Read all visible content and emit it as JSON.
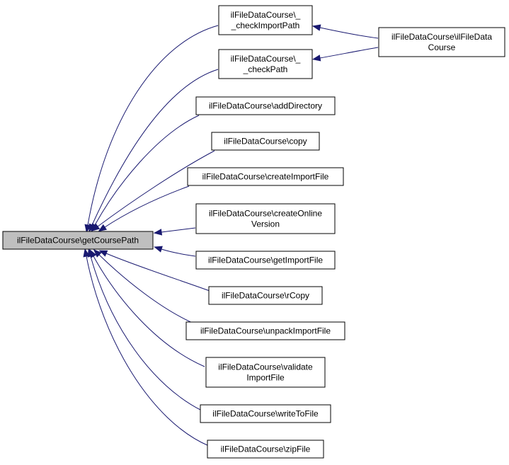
{
  "diagram": {
    "root": {
      "id": "root",
      "lines": [
        "ilFileDataCourse\\getCoursePath"
      ]
    },
    "callers": [
      {
        "id": "checkImportPath",
        "lines": [
          "ilFileDataCourse\\_",
          "_checkImportPath"
        ]
      },
      {
        "id": "checkPath",
        "lines": [
          "ilFileDataCourse\\_",
          "_checkPath"
        ]
      },
      {
        "id": "addDirectory",
        "lines": [
          "ilFileDataCourse\\addDirectory"
        ]
      },
      {
        "id": "copy",
        "lines": [
          "ilFileDataCourse\\copy"
        ]
      },
      {
        "id": "createImportFile",
        "lines": [
          "ilFileDataCourse\\createImportFile"
        ]
      },
      {
        "id": "createOnlineVersion",
        "lines": [
          "ilFileDataCourse\\createOnline",
          "Version"
        ]
      },
      {
        "id": "getImportFile",
        "lines": [
          "ilFileDataCourse\\getImportFile"
        ]
      },
      {
        "id": "rCopy",
        "lines": [
          "ilFileDataCourse\\rCopy"
        ]
      },
      {
        "id": "unpackImportFile",
        "lines": [
          "ilFileDataCourse\\unpackImportFile"
        ]
      },
      {
        "id": "validateImportFile",
        "lines": [
          "ilFileDataCourse\\validate",
          "ImportFile"
        ]
      },
      {
        "id": "writeToFile",
        "lines": [
          "ilFileDataCourse\\writeToFile"
        ]
      },
      {
        "id": "zipFile",
        "lines": [
          "ilFileDataCourse\\zipFile"
        ]
      }
    ],
    "second_level": [
      {
        "id": "constructor",
        "lines": [
          "ilFileDataCourse\\ilFileData",
          "Course"
        ]
      }
    ],
    "edges": [
      [
        "checkImportPath",
        "root"
      ],
      [
        "checkPath",
        "root"
      ],
      [
        "addDirectory",
        "root"
      ],
      [
        "copy",
        "root"
      ],
      [
        "createImportFile",
        "root"
      ],
      [
        "createOnlineVersion",
        "root"
      ],
      [
        "getImportFile",
        "root"
      ],
      [
        "rCopy",
        "root"
      ],
      [
        "unpackImportFile",
        "root"
      ],
      [
        "validateImportFile",
        "root"
      ],
      [
        "writeToFile",
        "root"
      ],
      [
        "zipFile",
        "root"
      ],
      [
        "constructor",
        "checkImportPath"
      ],
      [
        "constructor",
        "checkPath"
      ]
    ],
    "colors": {
      "edge": "#191970",
      "focus_fill": "#bfbfbf",
      "node_stroke": "#000000"
    }
  }
}
